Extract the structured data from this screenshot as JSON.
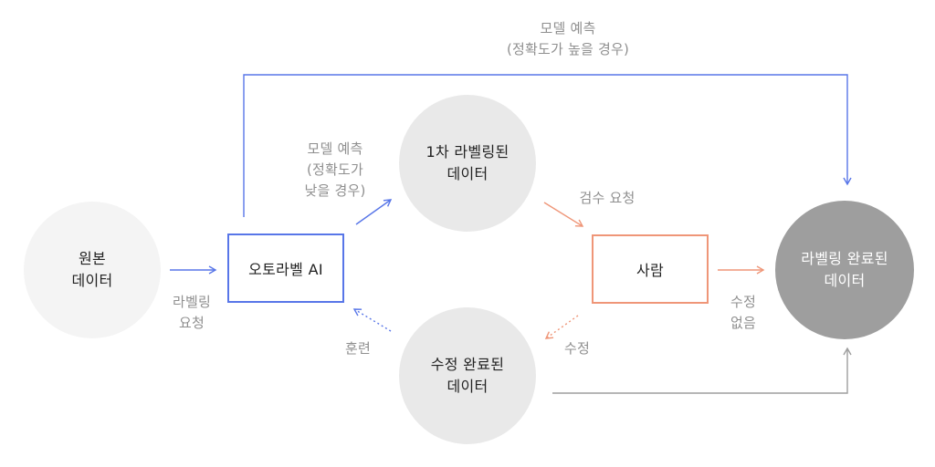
{
  "nodes": {
    "raw_data": "원본\n데이터",
    "auto_label_ai": "오토라벨 AI",
    "first_labeled": "1차 라벨링된\n데이터",
    "human": "사람",
    "fix_completed": "수정 완료된\n데이터",
    "label_completed": "라벨링 완료된\n데이터"
  },
  "edge_labels": {
    "label_request": "라벨링\n요청",
    "top_prediction": "모델 예측\n(정확도가 높을 경우)",
    "mid_prediction": "모델 예측\n(정확도가\n낮을 경우)",
    "review_request": "검수 요청",
    "no_fix": "수정\n없음",
    "fix": "수정",
    "training": "훈련"
  },
  "colors": {
    "blue": "#5876e8",
    "orange": "#ef9678",
    "gray": "#9e9e9e"
  }
}
